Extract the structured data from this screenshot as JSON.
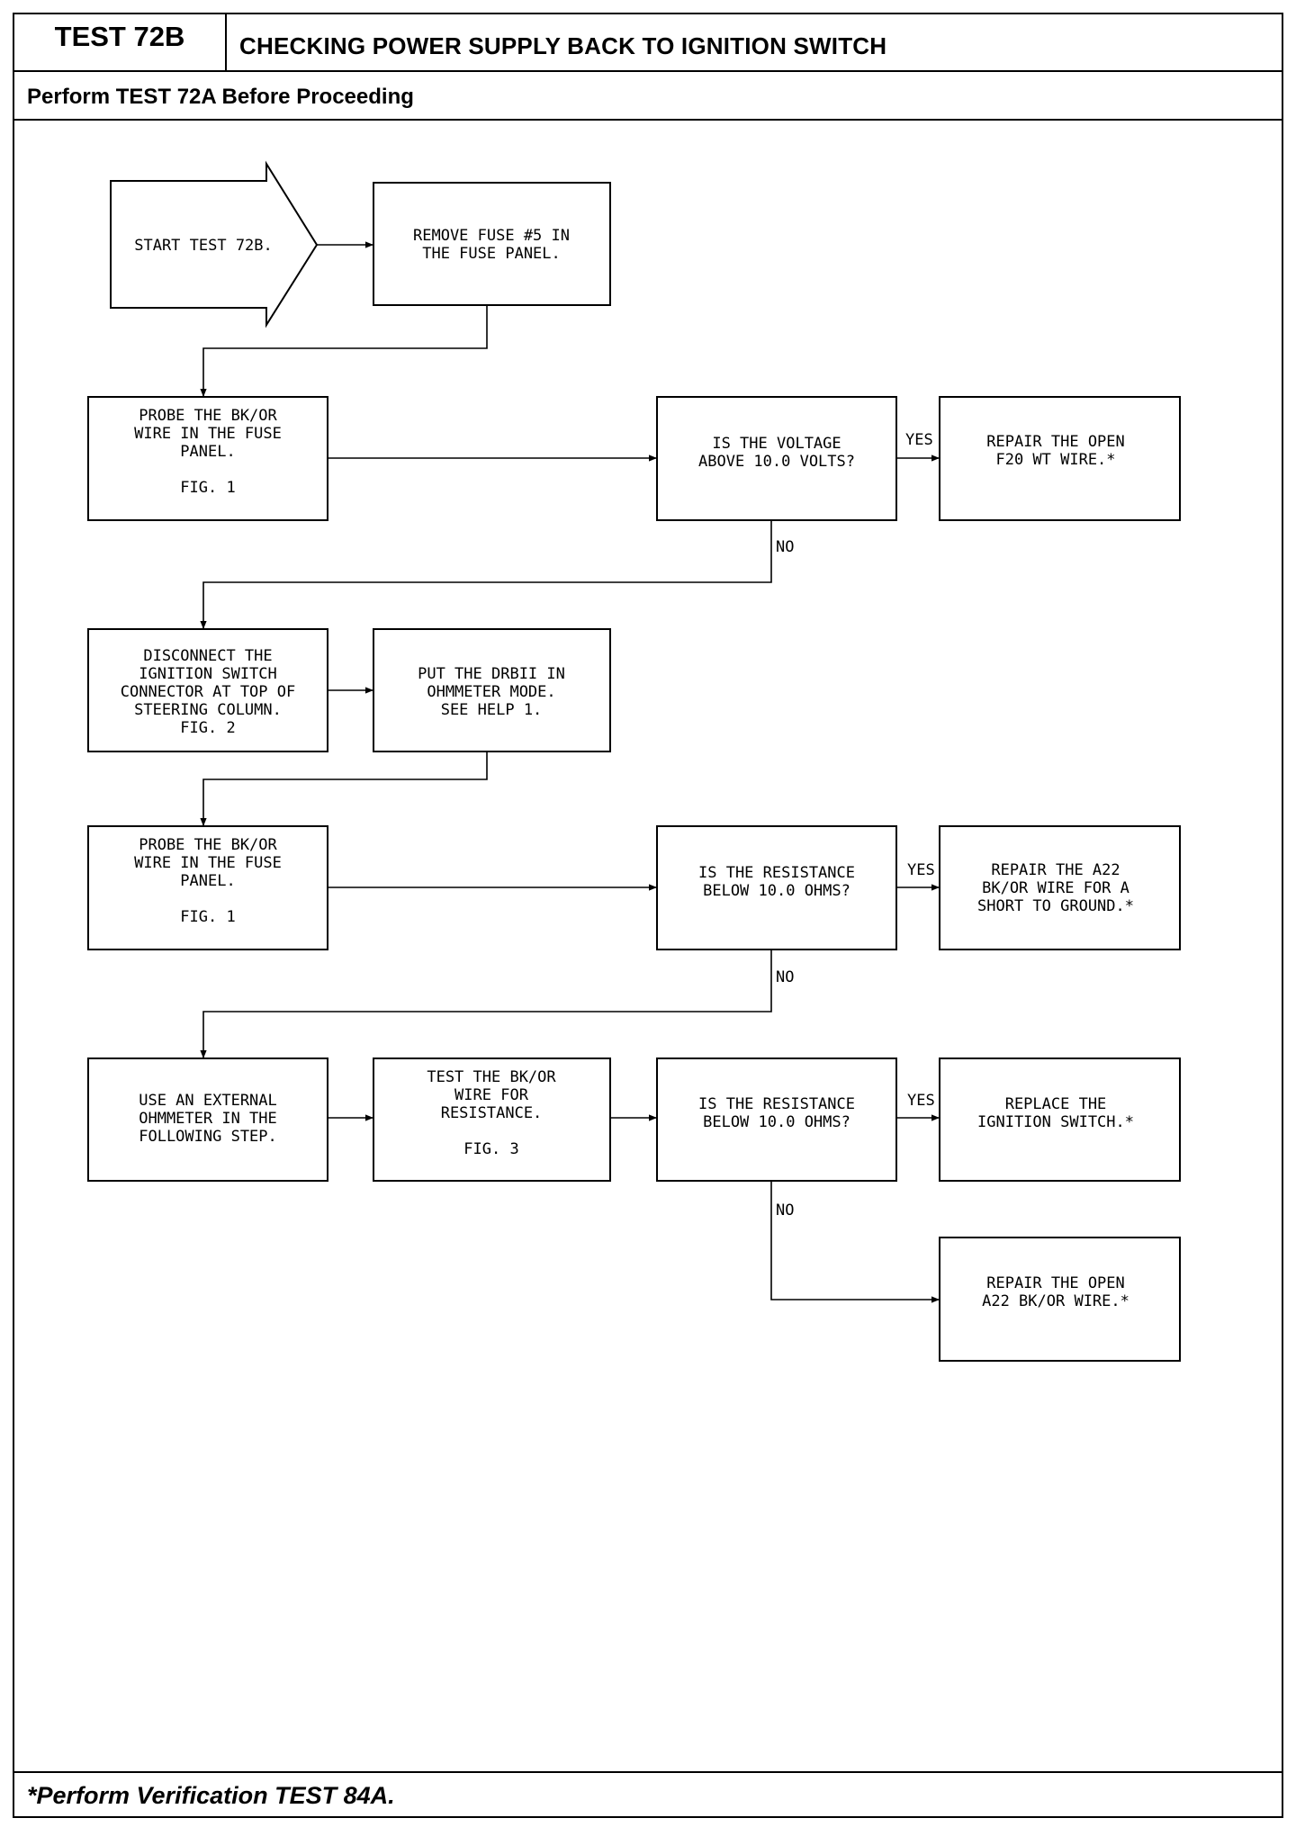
{
  "header": {
    "test_id": "TEST 72B",
    "title": "CHECKING POWER SUPPLY BACK TO IGNITION SWITCH",
    "prerequisite": "Perform TEST 72A Before Proceeding"
  },
  "footer": "*Perform Verification TEST 84A.",
  "flow": {
    "start": [
      "START TEST 72B."
    ],
    "remove_fuse": [
      "REMOVE FUSE #5 IN",
      "THE FUSE PANEL."
    ],
    "probe_voltage": [
      "PROBE THE BK/OR",
      "WIRE IN THE FUSE",
      "PANEL.",
      "",
      "FIG. 1"
    ],
    "q_voltage": [
      "IS THE VOLTAGE",
      "ABOVE 10.0 VOLTS?"
    ],
    "repair_f20": [
      "REPAIR THE OPEN",
      "F20 WT WIRE.*"
    ],
    "disconnect": [
      "DISCONNECT THE",
      "IGNITION SWITCH",
      "CONNECTOR AT TOP OF",
      "STEERING COLUMN.",
      "FIG. 2"
    ],
    "drbii": [
      "PUT THE DRBII IN",
      "OHMMETER MODE.",
      "SEE HELP 1."
    ],
    "probe_resistance": [
      "PROBE THE BK/OR",
      "WIRE IN THE FUSE",
      "PANEL.",
      "",
      "FIG. 1"
    ],
    "q_resistance_1": [
      "IS THE RESISTANCE",
      "BELOW 10.0 OHMS?"
    ],
    "repair_short": [
      "REPAIR THE A22",
      "BK/OR WIRE FOR A",
      "SHORT TO GROUND.*"
    ],
    "external_ohmmeter": [
      "USE AN EXTERNAL",
      "OHMMETER IN THE",
      "FOLLOWING STEP."
    ],
    "test_wire": [
      "TEST THE BK/OR",
      "WIRE FOR",
      "RESISTANCE.",
      "",
      "FIG. 3"
    ],
    "q_resistance_2": [
      "IS THE RESISTANCE",
      "BELOW 10.0 OHMS?"
    ],
    "replace_switch": [
      "REPLACE THE",
      "IGNITION SWITCH.*"
    ],
    "repair_open_a22": [
      "REPAIR THE OPEN",
      "A22 BK/OR WIRE.*"
    ],
    "yes_label": "YES",
    "no_label": "NO"
  }
}
